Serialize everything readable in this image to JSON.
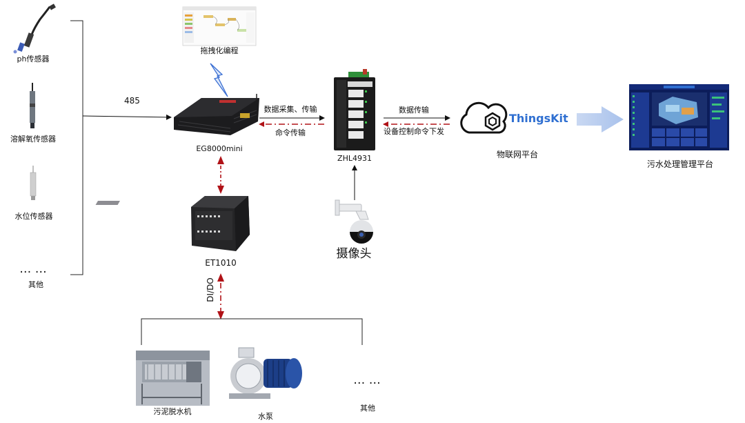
{
  "sensors": {
    "ph": "ph传感器",
    "do": "溶解氧传感器",
    "level": "水位传感器",
    "more": "… …",
    "other": "其他"
  },
  "links": {
    "rs485": "485",
    "collect": "数据采集、传输",
    "command": "命令传输",
    "data_transfer": "数据传输",
    "device_control": "设备控制命令下发",
    "dido": "DI/DO"
  },
  "devices": {
    "programming": "拖拽化编程",
    "gateway": "EG8000mini",
    "io_module": "ET1010",
    "switch": "ZHL4931",
    "camera": "摄像头"
  },
  "platform": {
    "logo_text": "ThingsKit",
    "name": "物联网平台",
    "management": "污水处理管理平台"
  },
  "equipment": {
    "sludge": "污泥脱水机",
    "pump": "水泵",
    "more": "… …",
    "other": "其他"
  },
  "colors": {
    "red_arrow": "#b01217",
    "brand_blue": "#2f6fd1",
    "dashboard_bg": "#0c1d5a"
  }
}
